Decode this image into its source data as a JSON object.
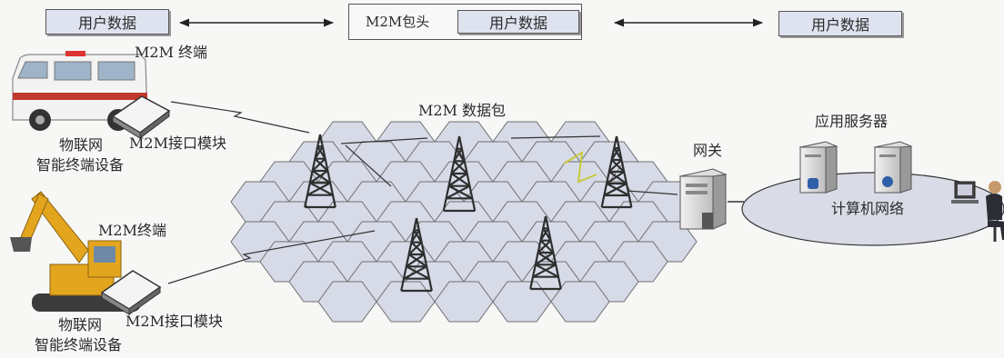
{
  "header": {
    "left_box": "用户数据",
    "center_prefix": "M2M包头",
    "center_box": "用户数据",
    "right_box": "用户数据"
  },
  "devices": {
    "top_terminal": "M2M 终端",
    "top_module": "M2M接口模块",
    "top_device_line1": "物联网",
    "top_device_line2": "智能终端设备",
    "bottom_terminal": "M2M终端",
    "bottom_module": "M2M接口模块",
    "bottom_device_line1": "物联网",
    "bottom_device_line2": "智能终端设备"
  },
  "network": {
    "packet_label": "M2M 数据包",
    "gateway_label": "网关",
    "server_label": "应用服务器",
    "computer_network_label": "计算机网络"
  },
  "colors": {
    "hex_fill": "#d7dbe8",
    "hex_stroke": "#6f6f6f",
    "box_fill": "#dfe3ef",
    "ellipse_fill": "#d9dce6",
    "tower": "#2f2f2f",
    "signal": "#d8d84a"
  },
  "icons": [
    "ambulance-icon",
    "excavator-icon",
    "interface-module-icon",
    "tower-icon",
    "gateway-server-icon",
    "app-server-icon",
    "user-workstation-icon"
  ]
}
